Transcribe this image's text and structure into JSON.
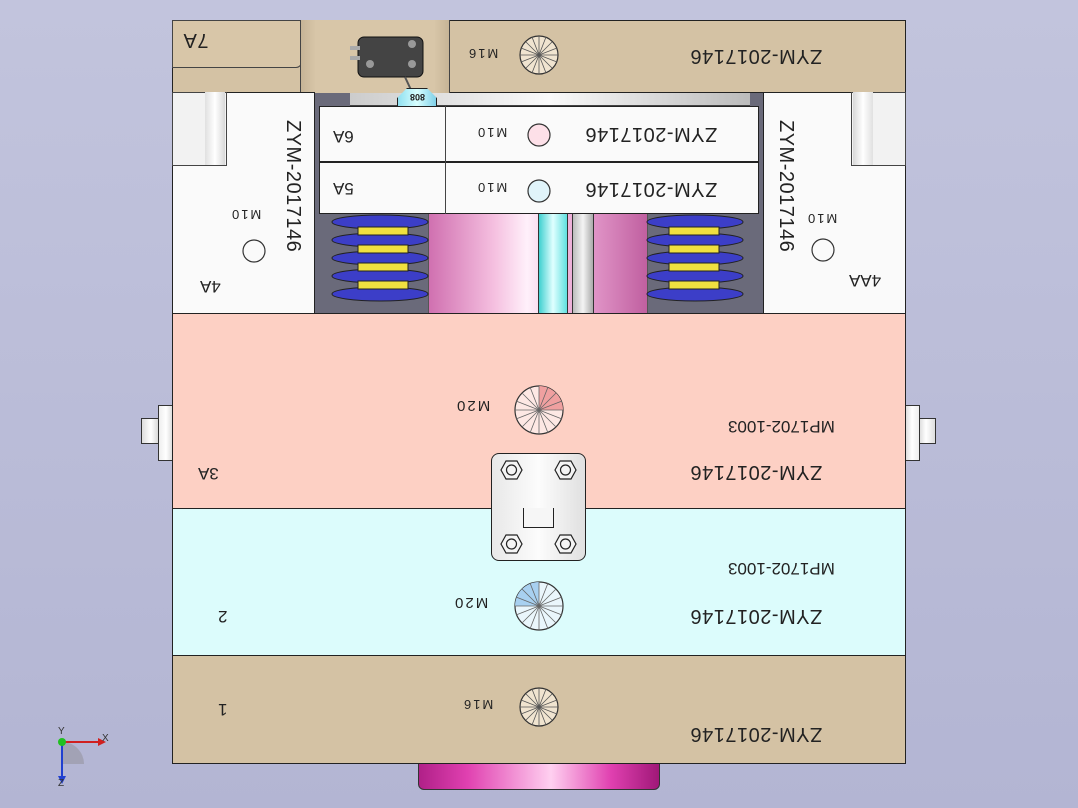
{
  "colors": {
    "background": "#bdbfd9",
    "plate_tan": "#d4c2a4",
    "plate_white": "#fafafa",
    "plate_pink": "#fdd0c4",
    "plate_cyan": "#dcfcfc",
    "spring_blue": "#3c3ec8",
    "spring_yellow": "#f0e040",
    "rod_pink": "#e8a0d0",
    "bottom_cylinder": "#e040b0"
  },
  "plates": {
    "plate_7a": {
      "code": "ZYM-2017146",
      "id": "7A",
      "hole": "M16"
    },
    "plate_6a": {
      "code": "ZYM-2017146",
      "id": "6A",
      "hole": "M10"
    },
    "plate_5a": {
      "code": "ZYM-2017146",
      "id": "5A",
      "hole": "M10"
    },
    "plate_4a": {
      "code": "ZYM-2017146",
      "id": "4A",
      "hole": "M10"
    },
    "plate_4aa": {
      "code": "ZYM-2017146",
      "id": "4AA",
      "hole": "M10"
    },
    "plate_3a": {
      "code": "ZYM-2017146",
      "part": "MP1702-1003",
      "id": "3A",
      "hole": "M20"
    },
    "plate_2": {
      "code": "ZYM-2017146",
      "part": "MP1702-1003",
      "id": "2",
      "hole": "M20"
    },
    "plate_1": {
      "code": "ZYM-2017146",
      "id": "1",
      "hole": "M16"
    }
  },
  "switch_tag": "808",
  "triad": {
    "x_label": "X",
    "y_label": "Y",
    "z_label": "Z"
  }
}
